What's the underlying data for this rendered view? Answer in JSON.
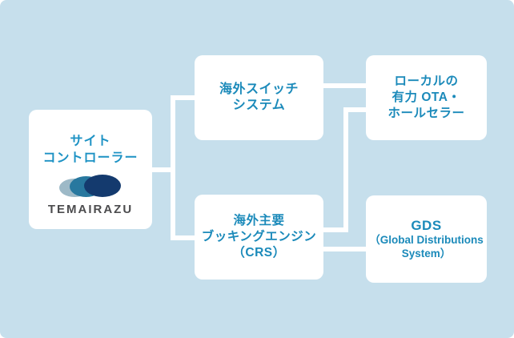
{
  "diagram_title": "site-controller-distribution-diagram",
  "nodes": {
    "site_controller": {
      "title_line1": "サイト",
      "title_line2": "コントローラー",
      "logo_text": "TEMAIRAZU"
    },
    "overseas_switch": {
      "line1": "海外スイッチ",
      "line2": "システム"
    },
    "local_ota": {
      "line1": "ローカルの",
      "line2": "有力 OTA・",
      "line3": "ホールセラー"
    },
    "booking_engine": {
      "line1": "海外主要",
      "line2": "ブッキングエンジン",
      "line3": "（CRS）"
    },
    "gds": {
      "title": "GDS",
      "sub_line1": "（Global Distributions",
      "sub_line2": "System）"
    }
  },
  "edges": [
    {
      "from": "site_controller",
      "to": "overseas_switch"
    },
    {
      "from": "site_controller",
      "to": "booking_engine"
    },
    {
      "from": "overseas_switch",
      "to": "local_ota"
    },
    {
      "from": "booking_engine",
      "to": "local_ota"
    },
    {
      "from": "booking_engine",
      "to": "gds"
    }
  ],
  "colors": {
    "background": "#c6dfec",
    "node_fill": "#ffffff",
    "connector": "#ffffff",
    "node_text": "#1b8aba",
    "site_controller_text": "#1d92c4",
    "logo_oval_light": "#9db9c7",
    "logo_oval_teal": "#28789f",
    "logo_oval_navy": "#143a6e",
    "logo_text": "#4c4c4e"
  }
}
